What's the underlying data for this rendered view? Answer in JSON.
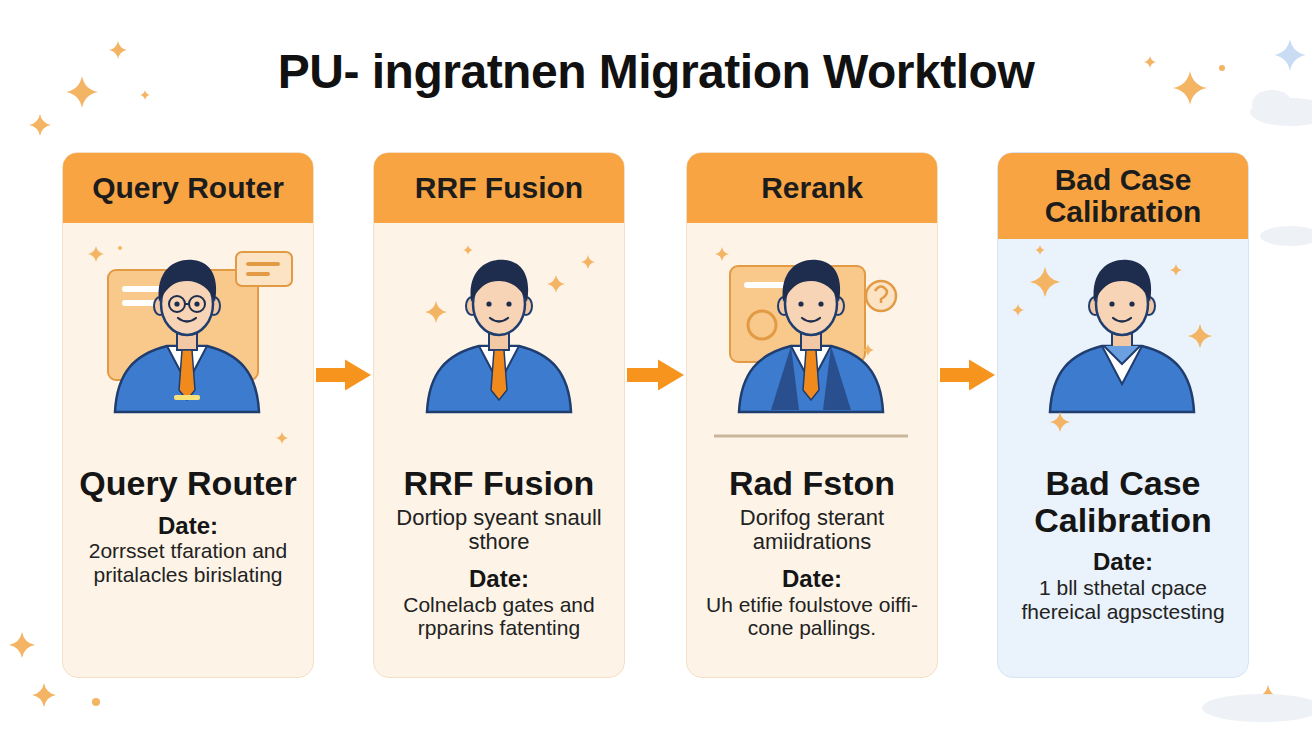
{
  "diagram": {
    "title": "PU- ingratnen Migration Worktlow",
    "nodes": [
      {
        "text": [
          "Query Router",
          "Query Router",
          "Date:",
          "2orrsset tfaration and pritalacles birislating"
        ]
      },
      {
        "text": [
          "RRF Fusion",
          "RRF Fusion",
          "Dortiop syeant snaull sthore",
          "Date:",
          "Colnelacb gates and rpparins fatenting"
        ]
      },
      {
        "text": [
          "Rerank",
          "Rad Fston",
          "Dorifog sterant amiidrations",
          "Date:",
          "Uh etifie foulstove oiffi-cone pallings."
        ]
      },
      {
        "text": [
          "Bad Case Calibration",
          "Bad Case Calibration",
          "Date:",
          "1 bll sthetal cpace fhereical agpsctesting"
        ]
      }
    ],
    "edges": [
      {
        "from": 0,
        "to": 1,
        "arrow": "to"
      },
      {
        "from": 1,
        "to": 2,
        "arrow": "to"
      },
      {
        "from": 2,
        "to": 3,
        "arrow": "to"
      }
    ]
  }
}
